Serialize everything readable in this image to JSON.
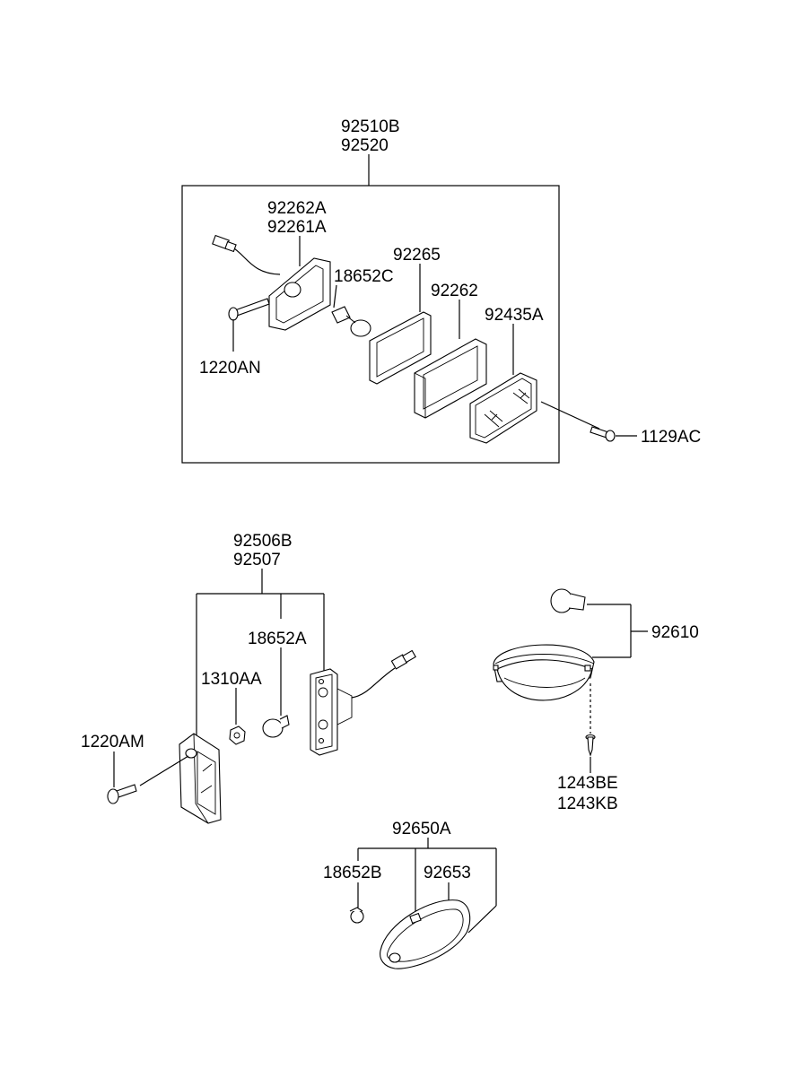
{
  "labels": {
    "headlamp_a": "92510B",
    "headlamp_b": "92520",
    "housing_a": "92262A",
    "housing_b": "92261A",
    "bulb_c": "18652C",
    "gasket": "92265",
    "bezel": "92262",
    "lens": "92435A",
    "screw_an": "1220AN",
    "screw_ac": "1129AC",
    "side_a": "92506B",
    "side_b": "92507",
    "bulb_a": "18652A",
    "nut": "1310AA",
    "screw_am": "1220AM",
    "room_lamp": "92610",
    "screw_be": "1243BE",
    "screw_kb": "1243KB",
    "plate_lamp": "92650A",
    "bulb_b": "18652B",
    "plate_lens": "92653"
  }
}
